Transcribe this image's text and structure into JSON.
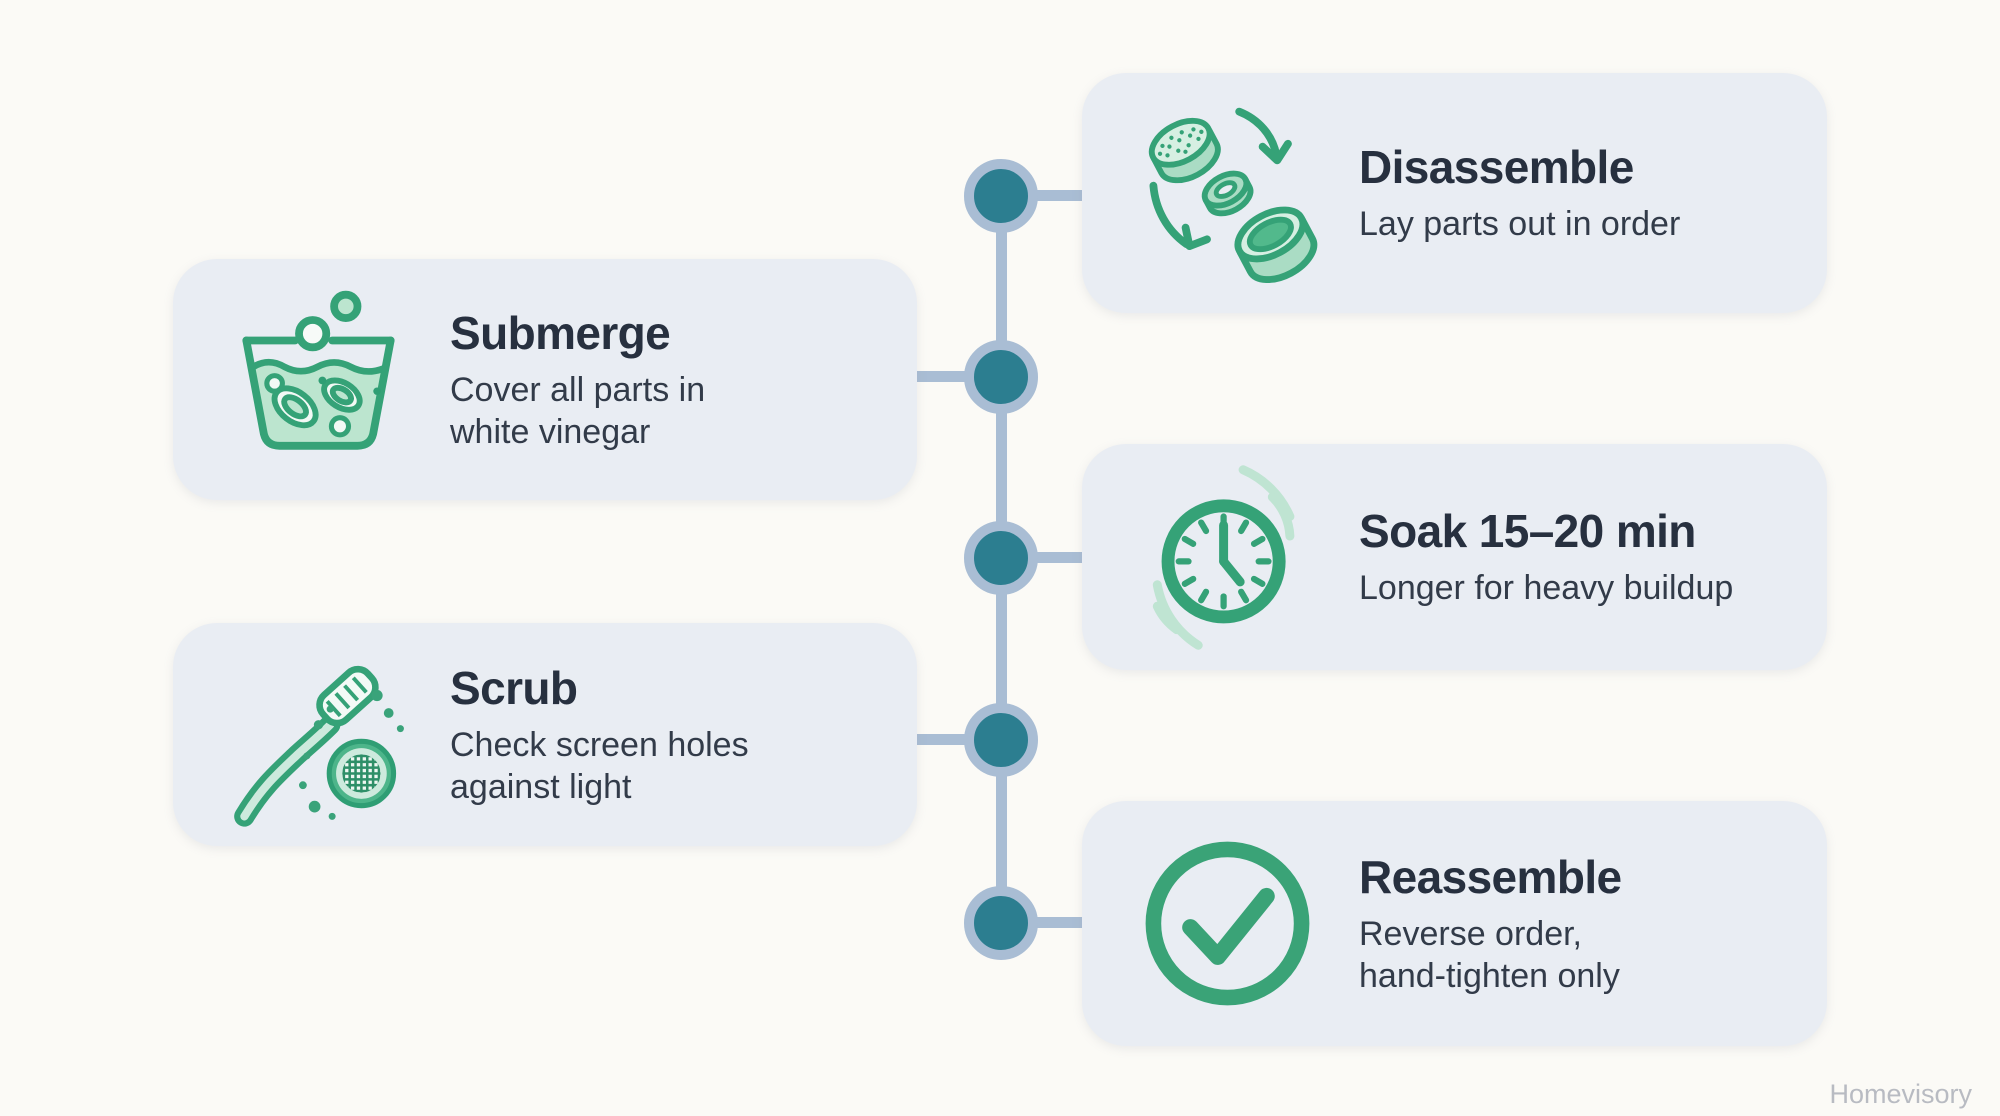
{
  "infographic": {
    "watermark": "Homevisory",
    "steps": [
      {
        "title": "Disassemble",
        "description": "Lay parts out in order",
        "icon": "disassembled-aerator-parts-icon",
        "side": "right"
      },
      {
        "title": "Submerge",
        "description": "Cover all parts in\nwhite vinegar",
        "icon": "vinegar-bowl-icon",
        "side": "left"
      },
      {
        "title": "Soak 15–20 min",
        "description": "Longer for heavy buildup",
        "icon": "clock-icon",
        "side": "right"
      },
      {
        "title": "Scrub",
        "description": "Check screen holes\nagainst light",
        "icon": "toothbrush-and-screen-icon",
        "side": "left"
      },
      {
        "title": "Reassemble",
        "description": "Reverse order,\nhand-tighten only",
        "icon": "check-circle-icon",
        "side": "right"
      }
    ],
    "timeline": {
      "node_count": 5
    },
    "colors": {
      "background": "#fbfaf6",
      "card_background": "#e9edf3",
      "title_text": "#27303f",
      "body_text": "#323b49",
      "icon_green": "#35a277",
      "icon_green_mid": "#aadcc4",
      "icon_green_light": "#d6efe2",
      "node_teal": "#2c7e90",
      "connector_steel_blue": "#a9bdd4",
      "watermark_gray": "#b8bbc2"
    }
  }
}
